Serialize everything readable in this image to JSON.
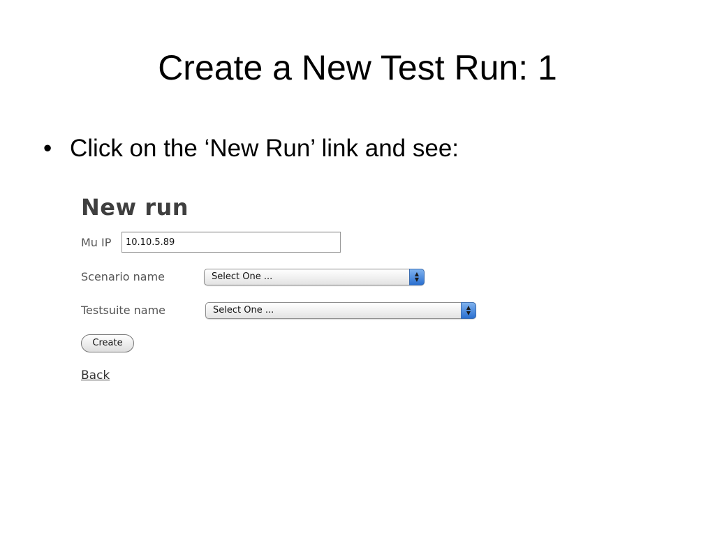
{
  "slide": {
    "title": "Create a New Test Run: 1",
    "bullet_symbol": "•",
    "bullet_text": "Click on the ‘New Run’ link and see:"
  },
  "form": {
    "heading": "New run",
    "mu_ip_label": "Mu IP",
    "mu_ip_value": "10.10.5.89",
    "scenario_label": "Scenario name",
    "scenario_selected": "Select One ...",
    "testsuite_label": "Testsuite name",
    "testsuite_selected": "Select One ...",
    "create_label": "Create",
    "back_label": "Back"
  },
  "icons": {
    "select_arrows": "up-down-arrows-icon"
  },
  "colors": {
    "select_accent": "#2a6fd0",
    "heading": "#3f3f3f"
  }
}
